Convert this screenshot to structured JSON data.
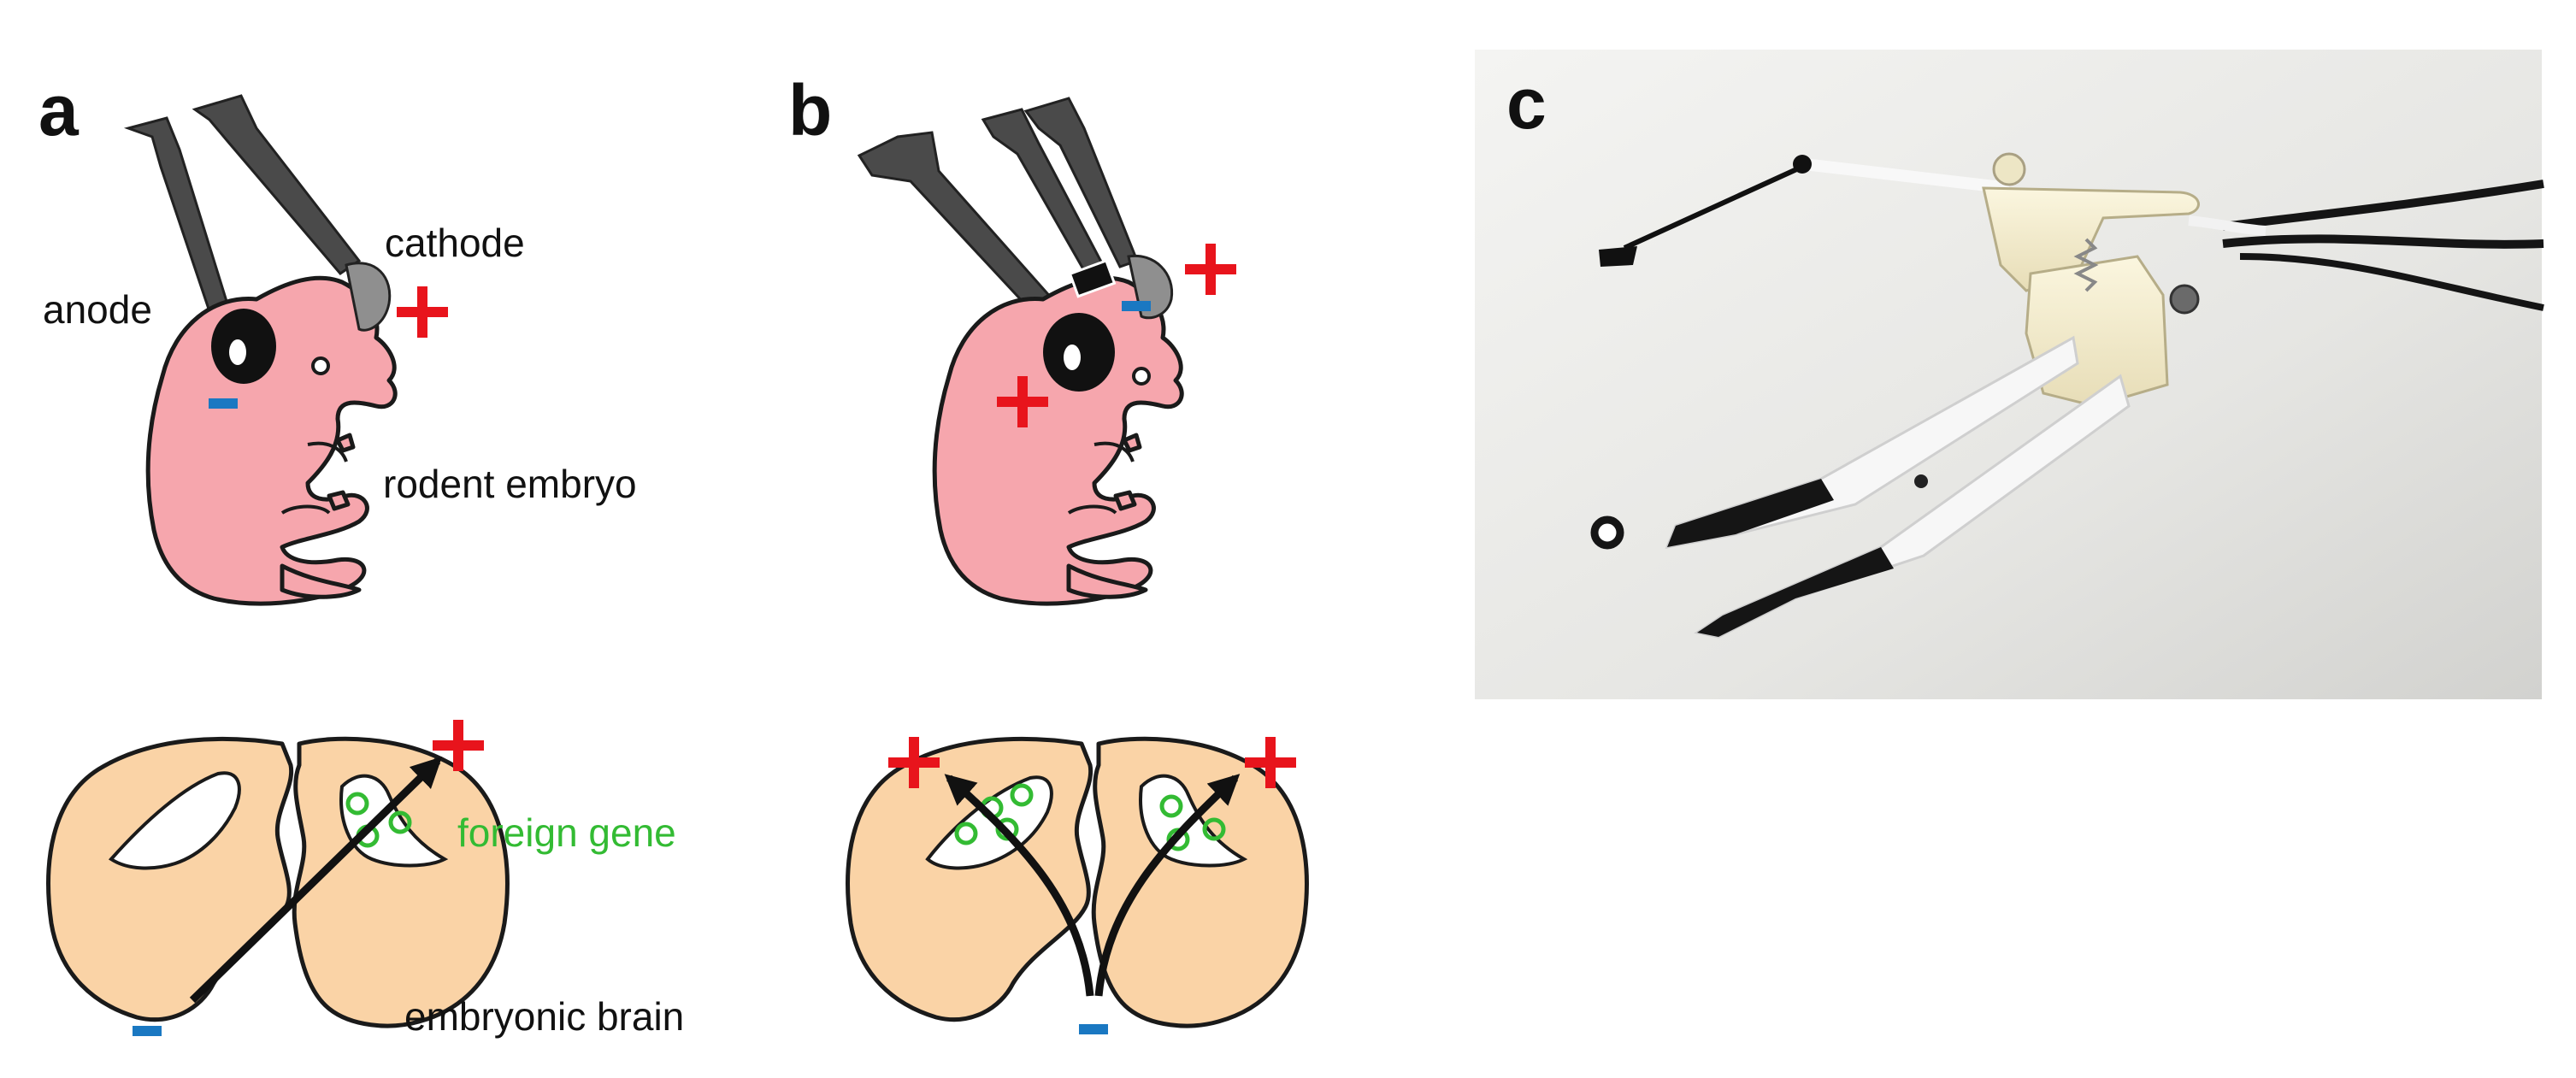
{
  "panels": {
    "a": {
      "letter": "a",
      "labels": {
        "anode": "anode",
        "cathode": "cathode",
        "embryo": "rodent embryo",
        "gene": "foreign gene",
        "brain": "embryonic brain"
      }
    },
    "b": {
      "letter": "b"
    },
    "c": {
      "letter": "c"
    }
  },
  "colors": {
    "plus": "#e8141c",
    "minus": "#1a78c2",
    "embryo": "#f6a6ad",
    "brain": "#fad3a6",
    "gene": "#33bb33"
  },
  "icons": {
    "plus": "plus-sign-icon",
    "minus": "minus-sign-icon",
    "photo": "electroporation-tweezers-photo"
  }
}
